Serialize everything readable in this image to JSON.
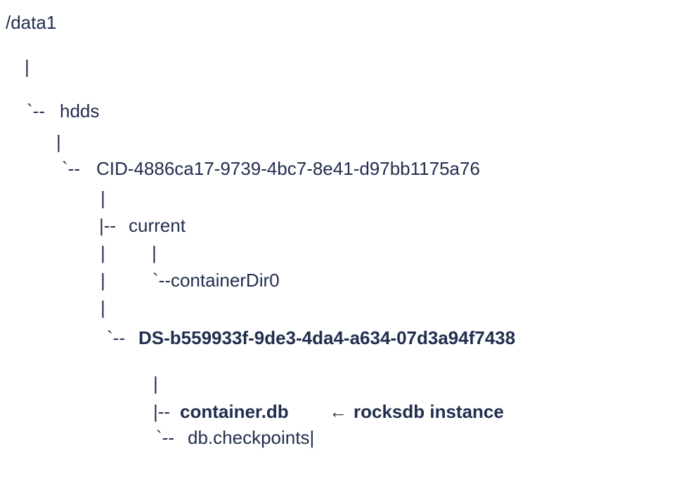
{
  "page": {
    "background_color": "#ffffff",
    "text_color": "#212e4e"
  },
  "tree": {
    "description": "directory-tree-ascii-art",
    "root_path": "/data1",
    "items": [
      {
        "text": "/data1"
      },
      {
        "text": "|"
      },
      {
        "text": "`--"
      },
      {
        "text": "hdds"
      },
      {
        "text": "|"
      },
      {
        "text": "`--"
      },
      {
        "text": "CID-4886ca17-9739-4bc7-8e41-d97bb1175a76"
      },
      {
        "text": "|"
      },
      {
        "text": "|--"
      },
      {
        "text": "current"
      },
      {
        "text": "|"
      },
      {
        "text": "|"
      },
      {
        "text": "|"
      },
      {
        "text": "`--containerDir0"
      },
      {
        "text": "|"
      },
      {
        "text": "`--"
      },
      {
        "text": "DS-b559933f-9de3-4da4-a634-07d3a94f7438"
      },
      {
        "text": "|"
      },
      {
        "text": "|--"
      },
      {
        "text": "container.db"
      },
      {
        "text": "←"
      },
      {
        "text": "rocksdb instance"
      },
      {
        "text": "`--"
      },
      {
        "text": "db.checkpoints|"
      }
    ]
  }
}
